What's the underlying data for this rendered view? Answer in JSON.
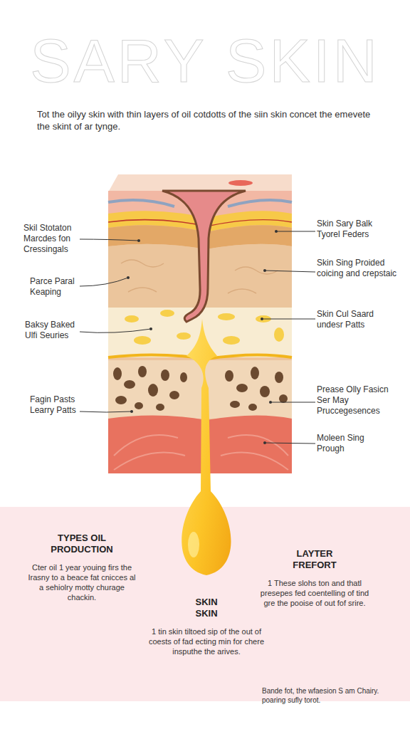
{
  "diagram": {
    "title": "SARY SKIN",
    "nodes": [
      {
        "text": [
          "TYPES OIL PRODUCTION",
          "Cter oil 1 year youing firs the Irasny to a beace fat cnicces al a sehiolry motty churage chackin."
        ]
      },
      {
        "text": [
          "SKIN SKIN",
          "1 tin skin tiltoed sip of the out of coests of fad ecting min for chere insputhe the arives."
        ]
      },
      {
        "text": [
          "LAYTER FREFORT",
          "1 These slohs ton and thatl presepes fed coentelling of tind gre the pooise of out fof srire."
        ]
      }
    ],
    "labels": [
      "Tot the oilyy skin with thin layers of oil cotdotts of the siin skin concet the emevete the skint of ar tynge.",
      "Skil Stotaton Marcdes fon Cressingals",
      "Parce Paral Keaping",
      "Baksy Baked Ulfi Seuries",
      "Fagin Pasts Learry Patts",
      "Skin Sary Balk Tyorel Feders",
      "Skin Sing Proided coicing and crepstaic",
      "Skin Cul Saard undesr Patts",
      "Prease Olly Fasicn Ser May Pruccegesences",
      "Moleen Sing Prough",
      "Bande fot, the wfaesion S am Chairy. poaring sufly torot."
    ]
  }
}
